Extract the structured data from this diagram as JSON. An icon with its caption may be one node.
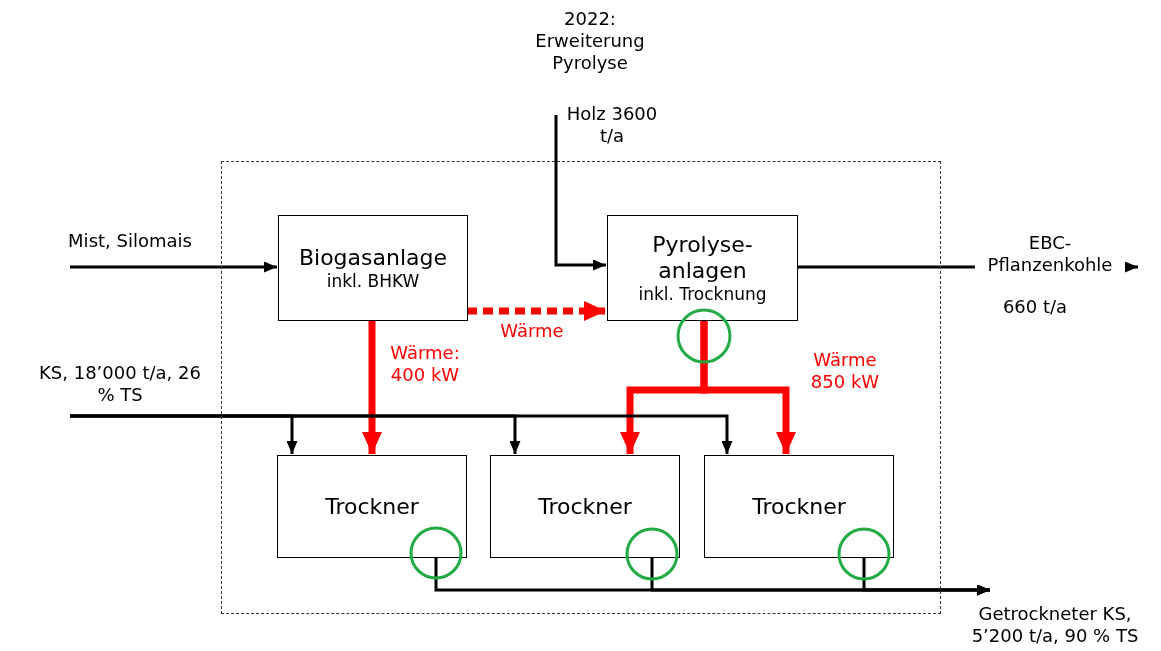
{
  "diagram": {
    "nodes": [
      {
        "text": [],
        "shape": "box"
      },
      {
        "text": [
          "Biogasanlage",
          "inkl. BHKW"
        ],
        "in": 0
      },
      {
        "text": [
          "Pyrolyse- anlagen",
          "inkl. Trocknung"
        ],
        "in": 0
      },
      {
        "text": [
          "Trockner"
        ],
        "in": 0
      },
      {
        "text": [
          "Trockner"
        ],
        "in": 0
      },
      {
        "text": [
          "Trockner"
        ],
        "in": 0
      }
    ],
    "edges": [
      {
        "from": null,
        "to": 1,
        "arrow": "to",
        "label": "Mist, Silomais"
      },
      {
        "from": null,
        "to": 2,
        "arrow": "to",
        "label": "Holz 3600 t/a"
      },
      {
        "from": 2,
        "to": null,
        "arrow": "to",
        "label": "EBC- Pflanzenkohle"
      },
      {
        "from": 1,
        "to": 2,
        "arrow": "to",
        "label": "Wärme",
        "style": "dashed",
        "color": "#ff0000"
      },
      {
        "from": 1,
        "to": 3,
        "arrow": "to",
        "label": "Wärme: 400 kW",
        "style": "thick",
        "color": "#ff0000"
      },
      {
        "from": 2,
        "to": 4,
        "arrow": "to",
        "style": "thick",
        "color": "#ff0000"
      },
      {
        "from": 2,
        "to": 5,
        "arrow": "to",
        "label": "Wärme 850 kW",
        "style": "thick",
        "color": "#ff0000"
      },
      {
        "from": null,
        "to": 3,
        "arrow": "to",
        "label": "KS, 18’000 t/a, 26 % TS"
      },
      {
        "from": null,
        "to": 4,
        "arrow": "to"
      },
      {
        "from": null,
        "to": 5,
        "arrow": "to"
      },
      {
        "from": 3,
        "to": null,
        "arrow": "to",
        "label": "Getrockneter KS, 5’200 t/a, 90 % TS"
      },
      {
        "from": 4,
        "to": null,
        "arrow": "to"
      },
      {
        "from": 5,
        "to": null,
        "arrow": "to"
      }
    ],
    "labels": [
      "2022: Erweiterung Pyrolyse",
      "660 t/a"
    ]
  }
}
